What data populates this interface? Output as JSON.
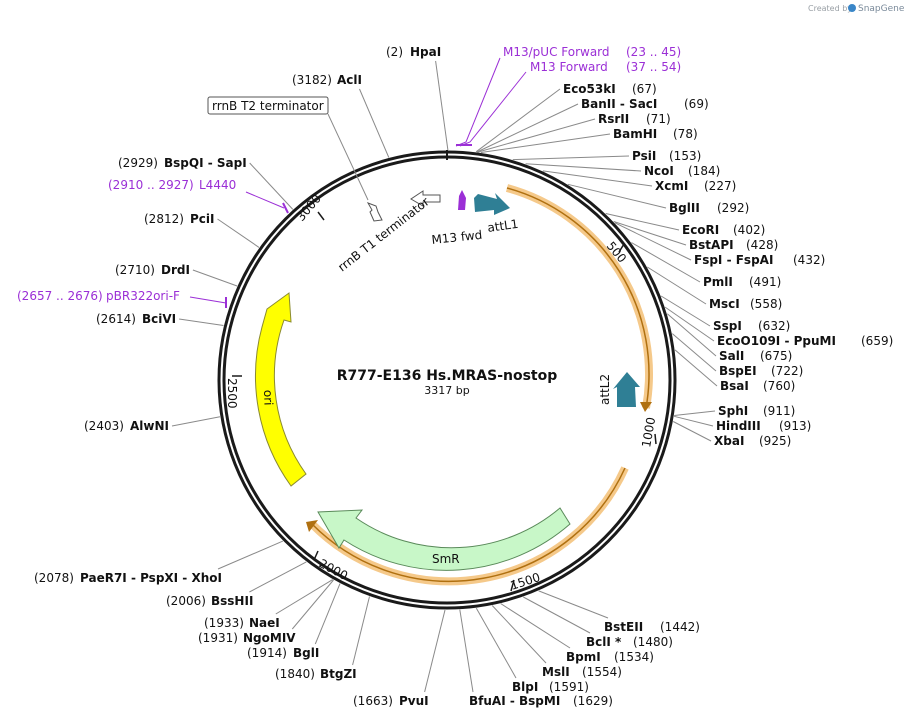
{
  "credit": {
    "prefix": "Created by",
    "brand": "SnapGene"
  },
  "plasmid": {
    "name": "R777-E136 Hs.MRAS-nostop",
    "length_label": "3317 bp",
    "length": 3317
  },
  "ticks": [
    "500",
    "1000",
    "1500",
    "2000",
    "2500",
    "3000"
  ],
  "sites": [
    {
      "pos": "(2)",
      "name": "HpaI",
      "bp": 2
    },
    {
      "pos": "(67)",
      "name": "Eco53kI",
      "bp": 67
    },
    {
      "pos": "(69)",
      "name": "BanII  -  SacI",
      "bp": 69
    },
    {
      "pos": "(71)",
      "name": "RsrII",
      "bp": 71
    },
    {
      "pos": "(78)",
      "name": "BamHI",
      "bp": 78
    },
    {
      "pos": "(153)",
      "name": "PsiI",
      "bp": 153
    },
    {
      "pos": "(184)",
      "name": "NcoI",
      "bp": 184
    },
    {
      "pos": "(227)",
      "name": "XcmI",
      "bp": 227
    },
    {
      "pos": "(292)",
      "name": "BglII",
      "bp": 292
    },
    {
      "pos": "(402)",
      "name": "EcoRI",
      "bp": 402
    },
    {
      "pos": "(428)",
      "name": "BstAPI",
      "bp": 428
    },
    {
      "pos": "(432)",
      "name": "FspI  -  FspAI",
      "bp": 432
    },
    {
      "pos": "(491)",
      "name": "PmlI",
      "bp": 491
    },
    {
      "pos": "(558)",
      "name": "MscI",
      "bp": 558
    },
    {
      "pos": "(632)",
      "name": "SspI",
      "bp": 632
    },
    {
      "pos": "(659)",
      "name": "EcoO109I  -  PpuMI",
      "bp": 659
    },
    {
      "pos": "(675)",
      "name": "SalI",
      "bp": 675
    },
    {
      "pos": "(722)",
      "name": "BspEI",
      "bp": 722
    },
    {
      "pos": "(760)",
      "name": "BsaI",
      "bp": 760
    },
    {
      "pos": "(911)",
      "name": "SphI",
      "bp": 911
    },
    {
      "pos": "(913)",
      "name": "HindIII",
      "bp": 913
    },
    {
      "pos": "(925)",
      "name": "XbaI",
      "bp": 925
    },
    {
      "pos": "(1442)",
      "name": "BstEII",
      "bp": 1442
    },
    {
      "pos": "(1480)",
      "name": "BclI *",
      "bp": 1480
    },
    {
      "pos": "(1534)",
      "name": "BpmI",
      "bp": 1534
    },
    {
      "pos": "(1554)",
      "name": "MslI",
      "bp": 1554
    },
    {
      "pos": "(1591)",
      "name": "BlpI",
      "bp": 1591
    },
    {
      "pos": "(1629)",
      "name": "BfuAI  -  BspMI",
      "bp": 1629
    },
    {
      "pos": "(1663)",
      "name": "PvuI",
      "bp": 1663
    },
    {
      "pos": "(1840)",
      "name": "BtgZI",
      "bp": 1840
    },
    {
      "pos": "(1914)",
      "name": "BglI",
      "bp": 1914
    },
    {
      "pos": "(1931)",
      "name": "NgoMIV",
      "bp": 1931
    },
    {
      "pos": "(1933)",
      "name": "NaeI",
      "bp": 1933
    },
    {
      "pos": "(2006)",
      "name": "BssHII",
      "bp": 2006
    },
    {
      "pos": "(2078)",
      "name": "PaeR7I  -  PspXI  -  XhoI",
      "bp": 2078
    },
    {
      "pos": "(2403)",
      "name": "AlwNI",
      "bp": 2403
    },
    {
      "pos": "(2614)",
      "name": "BciVI",
      "bp": 2614
    },
    {
      "pos": "(2710)",
      "name": "DrdI",
      "bp": 2710
    },
    {
      "pos": "(2812)",
      "name": "PciI",
      "bp": 2812
    },
    {
      "pos": "(2929)",
      "name": "BspQI  -  SapI",
      "bp": 2929
    },
    {
      "pos": "(3182)",
      "name": "AclI",
      "bp": 3182
    }
  ],
  "primers": [
    {
      "name": "M13/pUC Forward",
      "range": "(23 .. 45)"
    },
    {
      "name": "M13 Forward",
      "range": "(37 .. 54)"
    },
    {
      "name": "L4440",
      "range": "(2910 .. 2927)"
    },
    {
      "name": "pBR322ori-F",
      "range": "(2657 .. 2676)"
    }
  ],
  "features": {
    "rrnb_t2": "rrnB T2 terminator",
    "rrnb_t1": "rrnB T1 terminator",
    "m13_fwd": "M13 fwd",
    "attl1": "attL1",
    "attl2": "attL2",
    "ori": "ori",
    "smr": "SmR"
  },
  "colors": {
    "backbone": "#1a1a1a",
    "primer": "#9b2fd6",
    "att": "#2f7f95",
    "ori": "#ffff00",
    "smr": "#c8f7c8",
    "orf": "#f5c98a",
    "orf_line": "#b07010",
    "terminator": "#ffffff"
  }
}
